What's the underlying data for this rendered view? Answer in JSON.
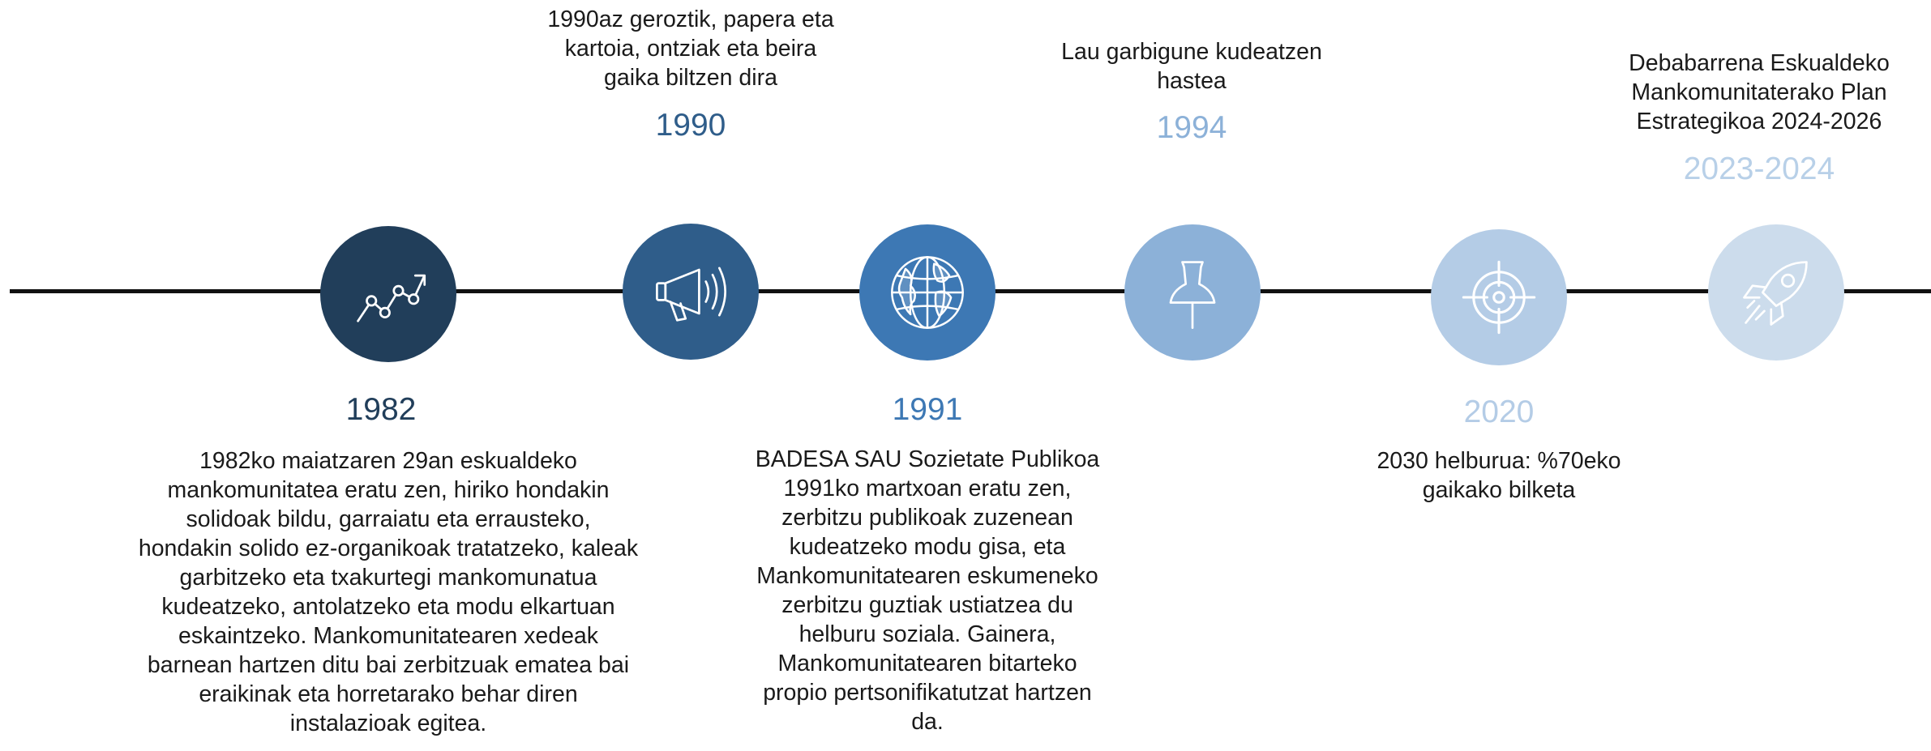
{
  "colors": {
    "line": "#111111",
    "node_1982": "#213e5a",
    "node_1990": "#2f5d8a",
    "node_1991": "#3d78b4",
    "node_1994": "#8cb1d8",
    "node_2020": "#b4cce6",
    "node_2023": "#ccdcec"
  },
  "events": {
    "e1982": {
      "icon": "line-chart-icon",
      "year": "1982",
      "parts": [
        "1982ko maiatzaren 29an eskualdeko mankomunitatea eratu zen, ",
        "hiriko hondakin solidoak",
        " bildu, garraiatu eta errausteko, ",
        "hondakin solido ez-organikoak",
        " tratatzeko, ",
        "kaleak garbitzeko eta txakurtegi",
        " mankomunatua kudeatzeko, antolatzeko eta modu elkartuan eskaintzeko. Mankomunitatearen xedeak barnean hartzen ditu bai zerbitzuak ematea bai eraikinak eta horretarako behar diren instalazioak egitea."
      ]
    },
    "e1990": {
      "icon": "megaphone-icon",
      "year": "1990",
      "parts": [
        "1990az geroztik, ",
        "papera eta kartoia, ontziak eta beira gaika biltzen",
        " dira"
      ]
    },
    "e1991": {
      "icon": "globe-icon",
      "year": "1991",
      "title": "BADESA SAU Sozietate Publikoa",
      "body": "1991ko martxoan eratu zen, zerbitzu publikoak zuzenean kudeatzeko modu gisa, eta Mankomunitatearen eskumeneko zerbitzu guztiak ustiatzea du helburu soziala. Gainera, Mankomunitatearen bitarteko propio pertsonifikatutzat hartzen da."
    },
    "e1994": {
      "icon": "pushpin-icon",
      "year": "1994",
      "parts": [
        "Lau ",
        "garbigune",
        " kudeatzen hastea"
      ]
    },
    "e2020": {
      "icon": "target-icon",
      "year": "2020",
      "text": "2030 helburua: %70eko gaikako bilketa"
    },
    "e2023": {
      "icon": "rocket-icon",
      "year": "2023-2024",
      "text": "Debabarrena Eskualdeko Mankomunitaterako Plan Estrategikoa 2024-2026"
    }
  }
}
